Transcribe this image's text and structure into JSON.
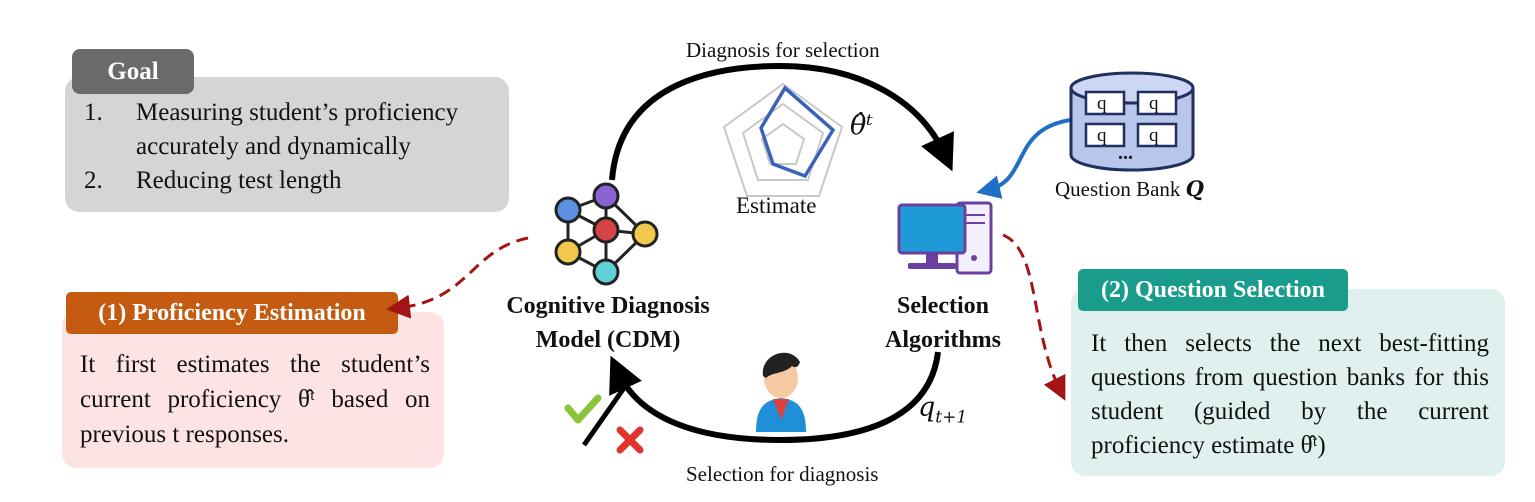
{
  "goal": {
    "tab": "Goal",
    "items": [
      {
        "num": "1.",
        "line1": "Measuring student’s proficiency",
        "line2": "accurately and dynamically"
      },
      {
        "num": "2.",
        "line1": "Reducing test length"
      }
    ]
  },
  "top_label": "Diagnosis for selection",
  "bottom_label": "Selection for diagnosis",
  "estimate_label": "Estimate",
  "theta_label": "θ̂ᵗ",
  "qt_label": "q",
  "qt_sub": "t+1",
  "question_bank": {
    "label": "Question Bank",
    "symbol": "Q",
    "card_letter": "q",
    "dots": "..."
  },
  "cdm": {
    "line1": "Cognitive Diagnosis",
    "line2": "Model (CDM)"
  },
  "selection": {
    "line1": "Selection",
    "line2": "Algorithms"
  },
  "proficiency": {
    "tab": "(1) Proficiency Estimation",
    "text": "It first estimates the student’s current proficiency θ̂ᵗ based on previous t responses."
  },
  "question_selection": {
    "tab": "(2) Question Selection",
    "text": "It then selects the next best-fitting questions from question banks for this student (guided by the current proficiency estimate θ̂ᵗ)"
  },
  "colors": {
    "goal_tab": "#6a6a6a",
    "goal_box": "#d5d5d5",
    "prof_tab": "#c55a11",
    "prof_box": "#fde3e3",
    "qs_tab": "#1a9c8c",
    "qs_box": "#dff0ee",
    "dashed_arrow": "#a31515",
    "bank_arrow": "#1f6fc4",
    "radar": "#3a63b8"
  }
}
